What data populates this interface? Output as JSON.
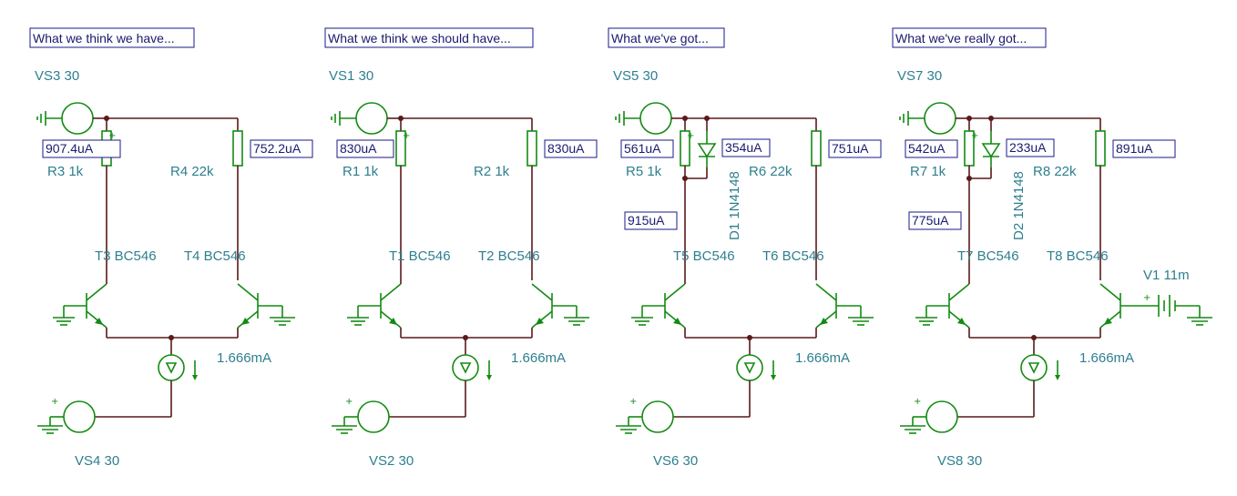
{
  "panels": [
    {
      "title": "What we think we have...",
      "vs_top": "VS3 30",
      "vs_bottom": "VS4 30",
      "r_left": "R3 1k",
      "r_right": "R4 22k",
      "t_left": "T3 BC546",
      "t_right": "T4 BC546",
      "i_left": "907.4uA",
      "i_right": "752.2uA",
      "i_source": "1.666mA"
    },
    {
      "title": "What we think we should have...",
      "vs_top": "VS1 30",
      "vs_bottom": "VS2 30",
      "r_left": "R1 1k",
      "r_right": "R2 1k",
      "t_left": "T1 BC546",
      "t_right": "T2 BC546",
      "i_left": "830uA",
      "i_right": "830uA",
      "i_source": "1.666mA"
    },
    {
      "title": "What we've got...",
      "vs_top": "VS5 30",
      "vs_bottom": "VS6 30",
      "r_left": "R5 1k",
      "r_right": "R6 22k",
      "t_left": "T5 BC546",
      "t_right": "T6 BC546",
      "i_left": "561uA",
      "i_right": "751uA",
      "i_source": "1.666mA",
      "diode": "D1 1N4148",
      "i_diode": "354uA",
      "i_collector": "915uA"
    },
    {
      "title": "What we've really got...",
      "vs_top": "VS7 30",
      "vs_bottom": "VS8 30",
      "r_left": "R7 1k",
      "r_right": "R8 22k",
      "t_left": "T7 BC546",
      "t_right": "T8 BC546",
      "i_left": "542uA",
      "i_right": "891uA",
      "i_source": "1.666mA",
      "diode": "D2 1N4148",
      "i_diode": "233uA",
      "i_collector": "775uA",
      "battery": "V1 11m"
    }
  ],
  "colors": {
    "wire": "#5a1a1a",
    "component": "#138a13",
    "label": "#2e7f8f",
    "box_text": "#1a1a6e",
    "box_border": "#1a1a8a"
  }
}
